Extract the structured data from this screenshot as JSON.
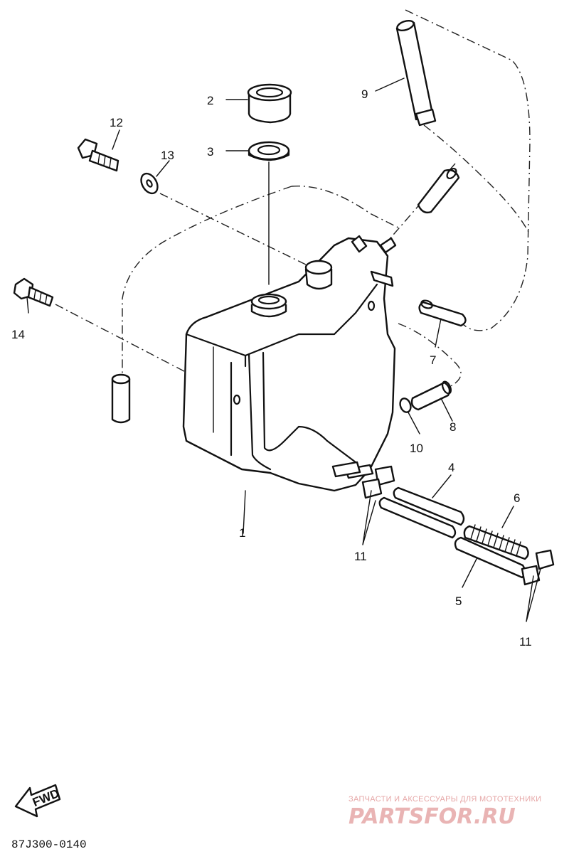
{
  "diagram": {
    "callouts": [
      {
        "id": "c1",
        "text": "1"
      },
      {
        "id": "c2",
        "text": "2"
      },
      {
        "id": "c3",
        "text": "3"
      },
      {
        "id": "c4",
        "text": "4"
      },
      {
        "id": "c5",
        "text": "5"
      },
      {
        "id": "c6",
        "text": "6"
      },
      {
        "id": "c7",
        "text": "7"
      },
      {
        "id": "c8",
        "text": "8"
      },
      {
        "id": "c9",
        "text": "9"
      },
      {
        "id": "c10",
        "text": "10"
      },
      {
        "id": "c11a",
        "text": "11"
      },
      {
        "id": "c11b",
        "text": "11"
      },
      {
        "id": "c12",
        "text": "12"
      },
      {
        "id": "c13",
        "text": "13"
      },
      {
        "id": "c14",
        "text": "14"
      }
    ],
    "fwd_label": "FWD",
    "drawing_code": "87J300-0140"
  },
  "watermark": {
    "line1": "ЗАПЧАСТИ И АКСЕССУАРЫ ДЛЯ МОТОТЕХНИКИ",
    "line2": "PARTSFOR.RU"
  },
  "colors": {
    "line": "#111111",
    "watermark": "#e6a7a7"
  }
}
